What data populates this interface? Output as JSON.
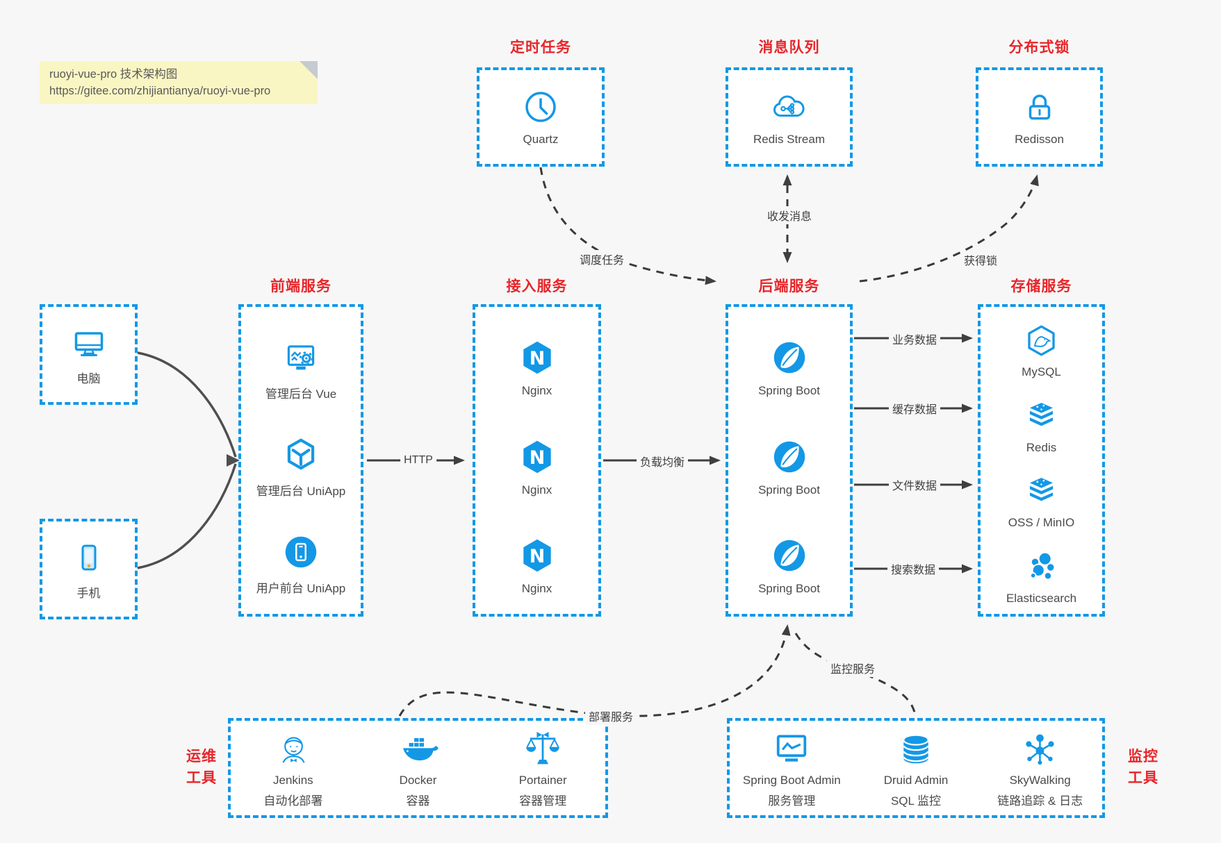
{
  "note": {
    "line1": "ruoyi-vue-pro 技术架构图",
    "line2": "https://gitee.com/zhijiantianya/ruoyi-vue-pro"
  },
  "top_groups": [
    {
      "title": "定时任务",
      "icon": "clock-icon",
      "label": "Quartz"
    },
    {
      "title": "消息队列",
      "icon": "cloud-mq-icon",
      "label": "Redis Stream"
    },
    {
      "title": "分布式锁",
      "icon": "lock-icon",
      "label": "Redisson"
    }
  ],
  "clients": [
    {
      "icon": "desktop-icon",
      "label": "电脑"
    },
    {
      "icon": "mobile-icon",
      "label": "手机"
    }
  ],
  "columns": [
    {
      "title": "前端服务",
      "items": [
        {
          "icon": "admin-vue-icon",
          "label": "管理后台 Vue"
        },
        {
          "icon": "uniapp-cube-icon",
          "label": "管理后台 UniApp"
        },
        {
          "icon": "user-app-icon",
          "label": "用户前台 UniApp"
        }
      ]
    },
    {
      "title": "接入服务",
      "items": [
        {
          "icon": "nginx-icon",
          "label": "Nginx"
        },
        {
          "icon": "nginx-icon",
          "label": "Nginx"
        },
        {
          "icon": "nginx-icon",
          "label": "Nginx"
        }
      ]
    },
    {
      "title": "后端服务",
      "items": [
        {
          "icon": "spring-icon",
          "label": "Spring Boot"
        },
        {
          "icon": "spring-icon",
          "label": "Spring Boot"
        },
        {
          "icon": "spring-icon",
          "label": "Spring Boot"
        }
      ]
    },
    {
      "title": "存储服务",
      "items": [
        {
          "icon": "mysql-icon",
          "label": "MySQL"
        },
        {
          "icon": "redis-icon",
          "label": "Redis"
        },
        {
          "icon": "oss-icon",
          "label": "OSS / MinIO"
        },
        {
          "icon": "elasticsearch-icon",
          "label": "Elasticsearch"
        }
      ]
    }
  ],
  "bottom_groups": [
    {
      "title_line1": "运维",
      "title_line2": "工具",
      "items": [
        {
          "icon": "jenkins-icon",
          "label": "Jenkins",
          "sublabel": "自动化部署"
        },
        {
          "icon": "docker-icon",
          "label": "Docker",
          "sublabel": "容器"
        },
        {
          "icon": "portainer-icon",
          "label": "Portainer",
          "sublabel": "容器管理"
        }
      ]
    },
    {
      "title_line1": "监控",
      "title_line2": "工具",
      "items": [
        {
          "icon": "spring-boot-admin-icon",
          "label": "Spring Boot Admin",
          "sublabel": "服务管理"
        },
        {
          "icon": "druid-icon",
          "label": "Druid Admin",
          "sublabel": "SQL 监控"
        },
        {
          "icon": "skywalking-icon",
          "label": "SkyWalking",
          "sublabel": "链路追踪 & 日志"
        }
      ]
    }
  ],
  "edges": {
    "schedule": "调度任务",
    "messages": "收发消息",
    "lock": "获得锁",
    "http": "HTTP",
    "load_balance": "负载均衡",
    "business_data": "业务数据",
    "cache_data": "缓存数据",
    "file_data": "文件数据",
    "search_data": "搜索数据",
    "deploy": "部署服务",
    "monitor": "监控服务"
  },
  "colors": {
    "accent_blue": "#1398e6",
    "title_red": "#e8252a",
    "arrow_dark": "#3f3f3f",
    "note_bg": "#faf6c3",
    "background": "#f7f7f7"
  }
}
